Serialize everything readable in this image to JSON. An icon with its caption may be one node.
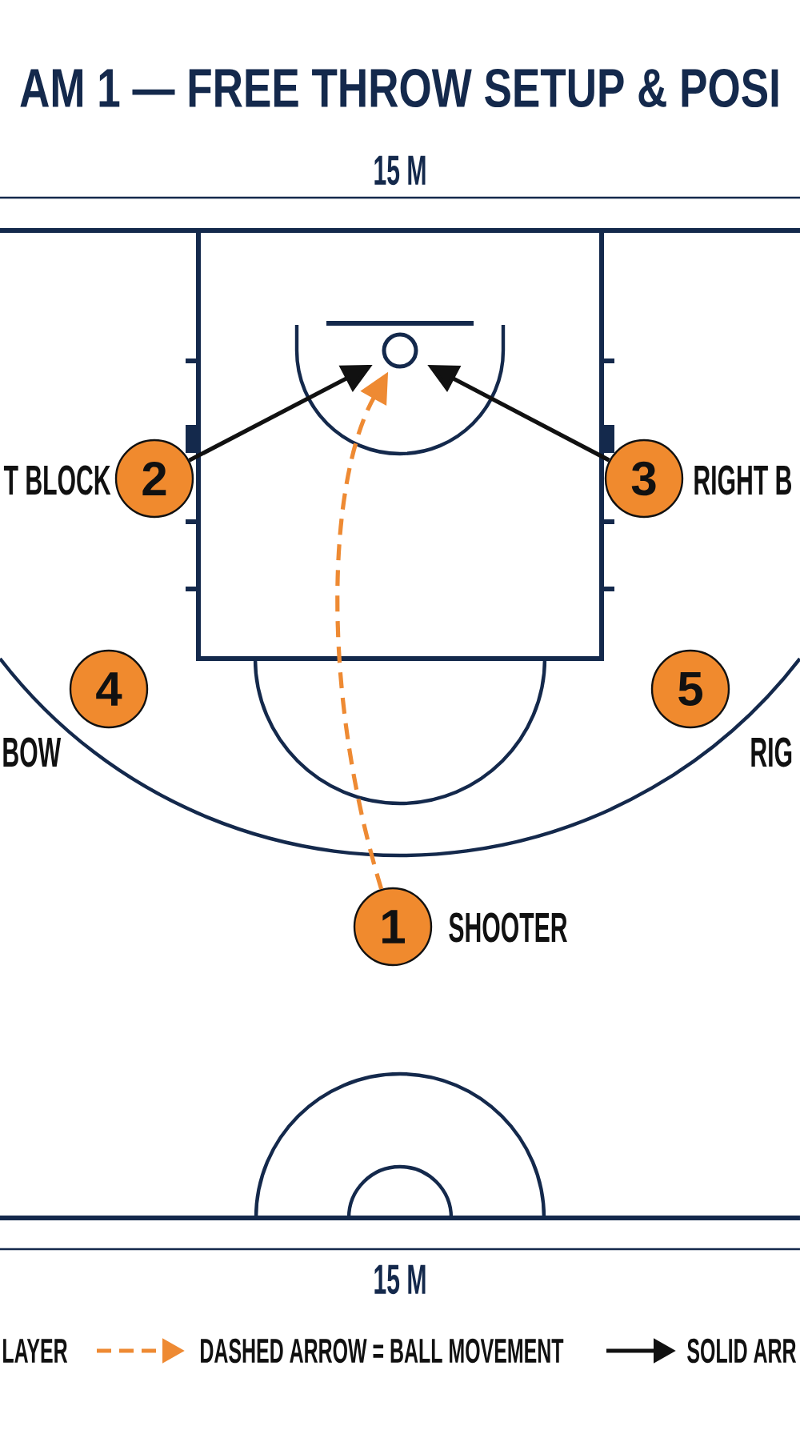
{
  "diagram": {
    "title": "AM 1 — FREE THROW SETUP & POSI",
    "nodes": [
      {
        "text": [],
        "shape": "circle"
      },
      {
        "text": [
          "2"
        ],
        "beside": [
          "T BLOCK"
        ]
      },
      {
        "text": [
          "3"
        ],
        "beside": [
          "RIGHT B"
        ]
      },
      {
        "text": [
          "4"
        ],
        "beside": [
          "BOW"
        ]
      },
      {
        "text": [
          "5"
        ],
        "beside": [
          "RIG"
        ]
      },
      {
        "text": [
          "1"
        ],
        "beside": [
          "SHOOTER"
        ]
      }
    ],
    "edges": [
      {
        "from": 1,
        "to": 0,
        "arrow": "to"
      },
      {
        "from": 2,
        "to": 0,
        "arrow": "to"
      },
      {
        "from": 5,
        "to": 0,
        "arrow": "to",
        "style": "dashed",
        "color": "#ee8a33"
      }
    ],
    "labels": [
      "15 M",
      "15 M",
      "LAYER"
    ],
    "legend": [
      {
        "text": "DASHED ARROW = BALL MOVEMENT"
      },
      {
        "text": "SOLID ARR"
      }
    ]
  }
}
